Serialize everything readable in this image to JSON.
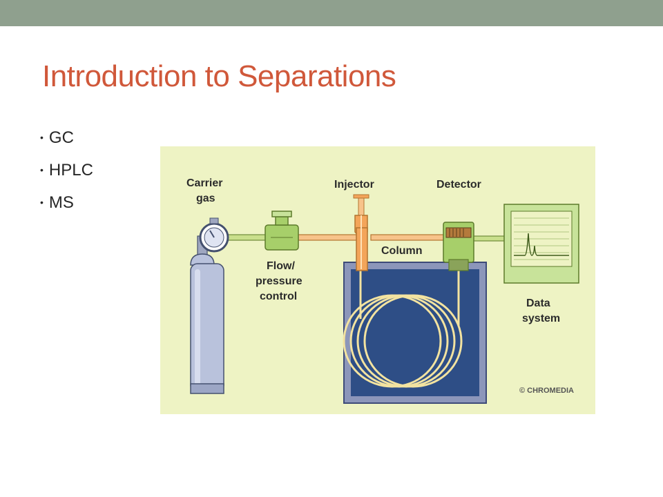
{
  "slide": {
    "title": "Introduction to Separations",
    "bullets": [
      "GC",
      "HPLC",
      "MS"
    ]
  },
  "diagram": {
    "labels": {
      "carrier_gas_line1": "Carrier",
      "carrier_gas_line2": "gas",
      "injector": "Injector",
      "detector": "Detector",
      "column": "Column",
      "flow_line1": "Flow/",
      "flow_line2": "pressure",
      "flow_line3": "control",
      "data_line1": "Data",
      "data_line2": "system",
      "copyright": "© CHROMEDIA"
    }
  },
  "colors": {
    "top_bar": "#8fa08e",
    "title": "#d0583a",
    "diagram_bg": "#eef3c4",
    "oven": "#2e4e86",
    "valve": "#a7cf6a",
    "cylinder": "#b9c2dc",
    "injector": "#f3a55a",
    "coil": "#f3e3a0"
  }
}
